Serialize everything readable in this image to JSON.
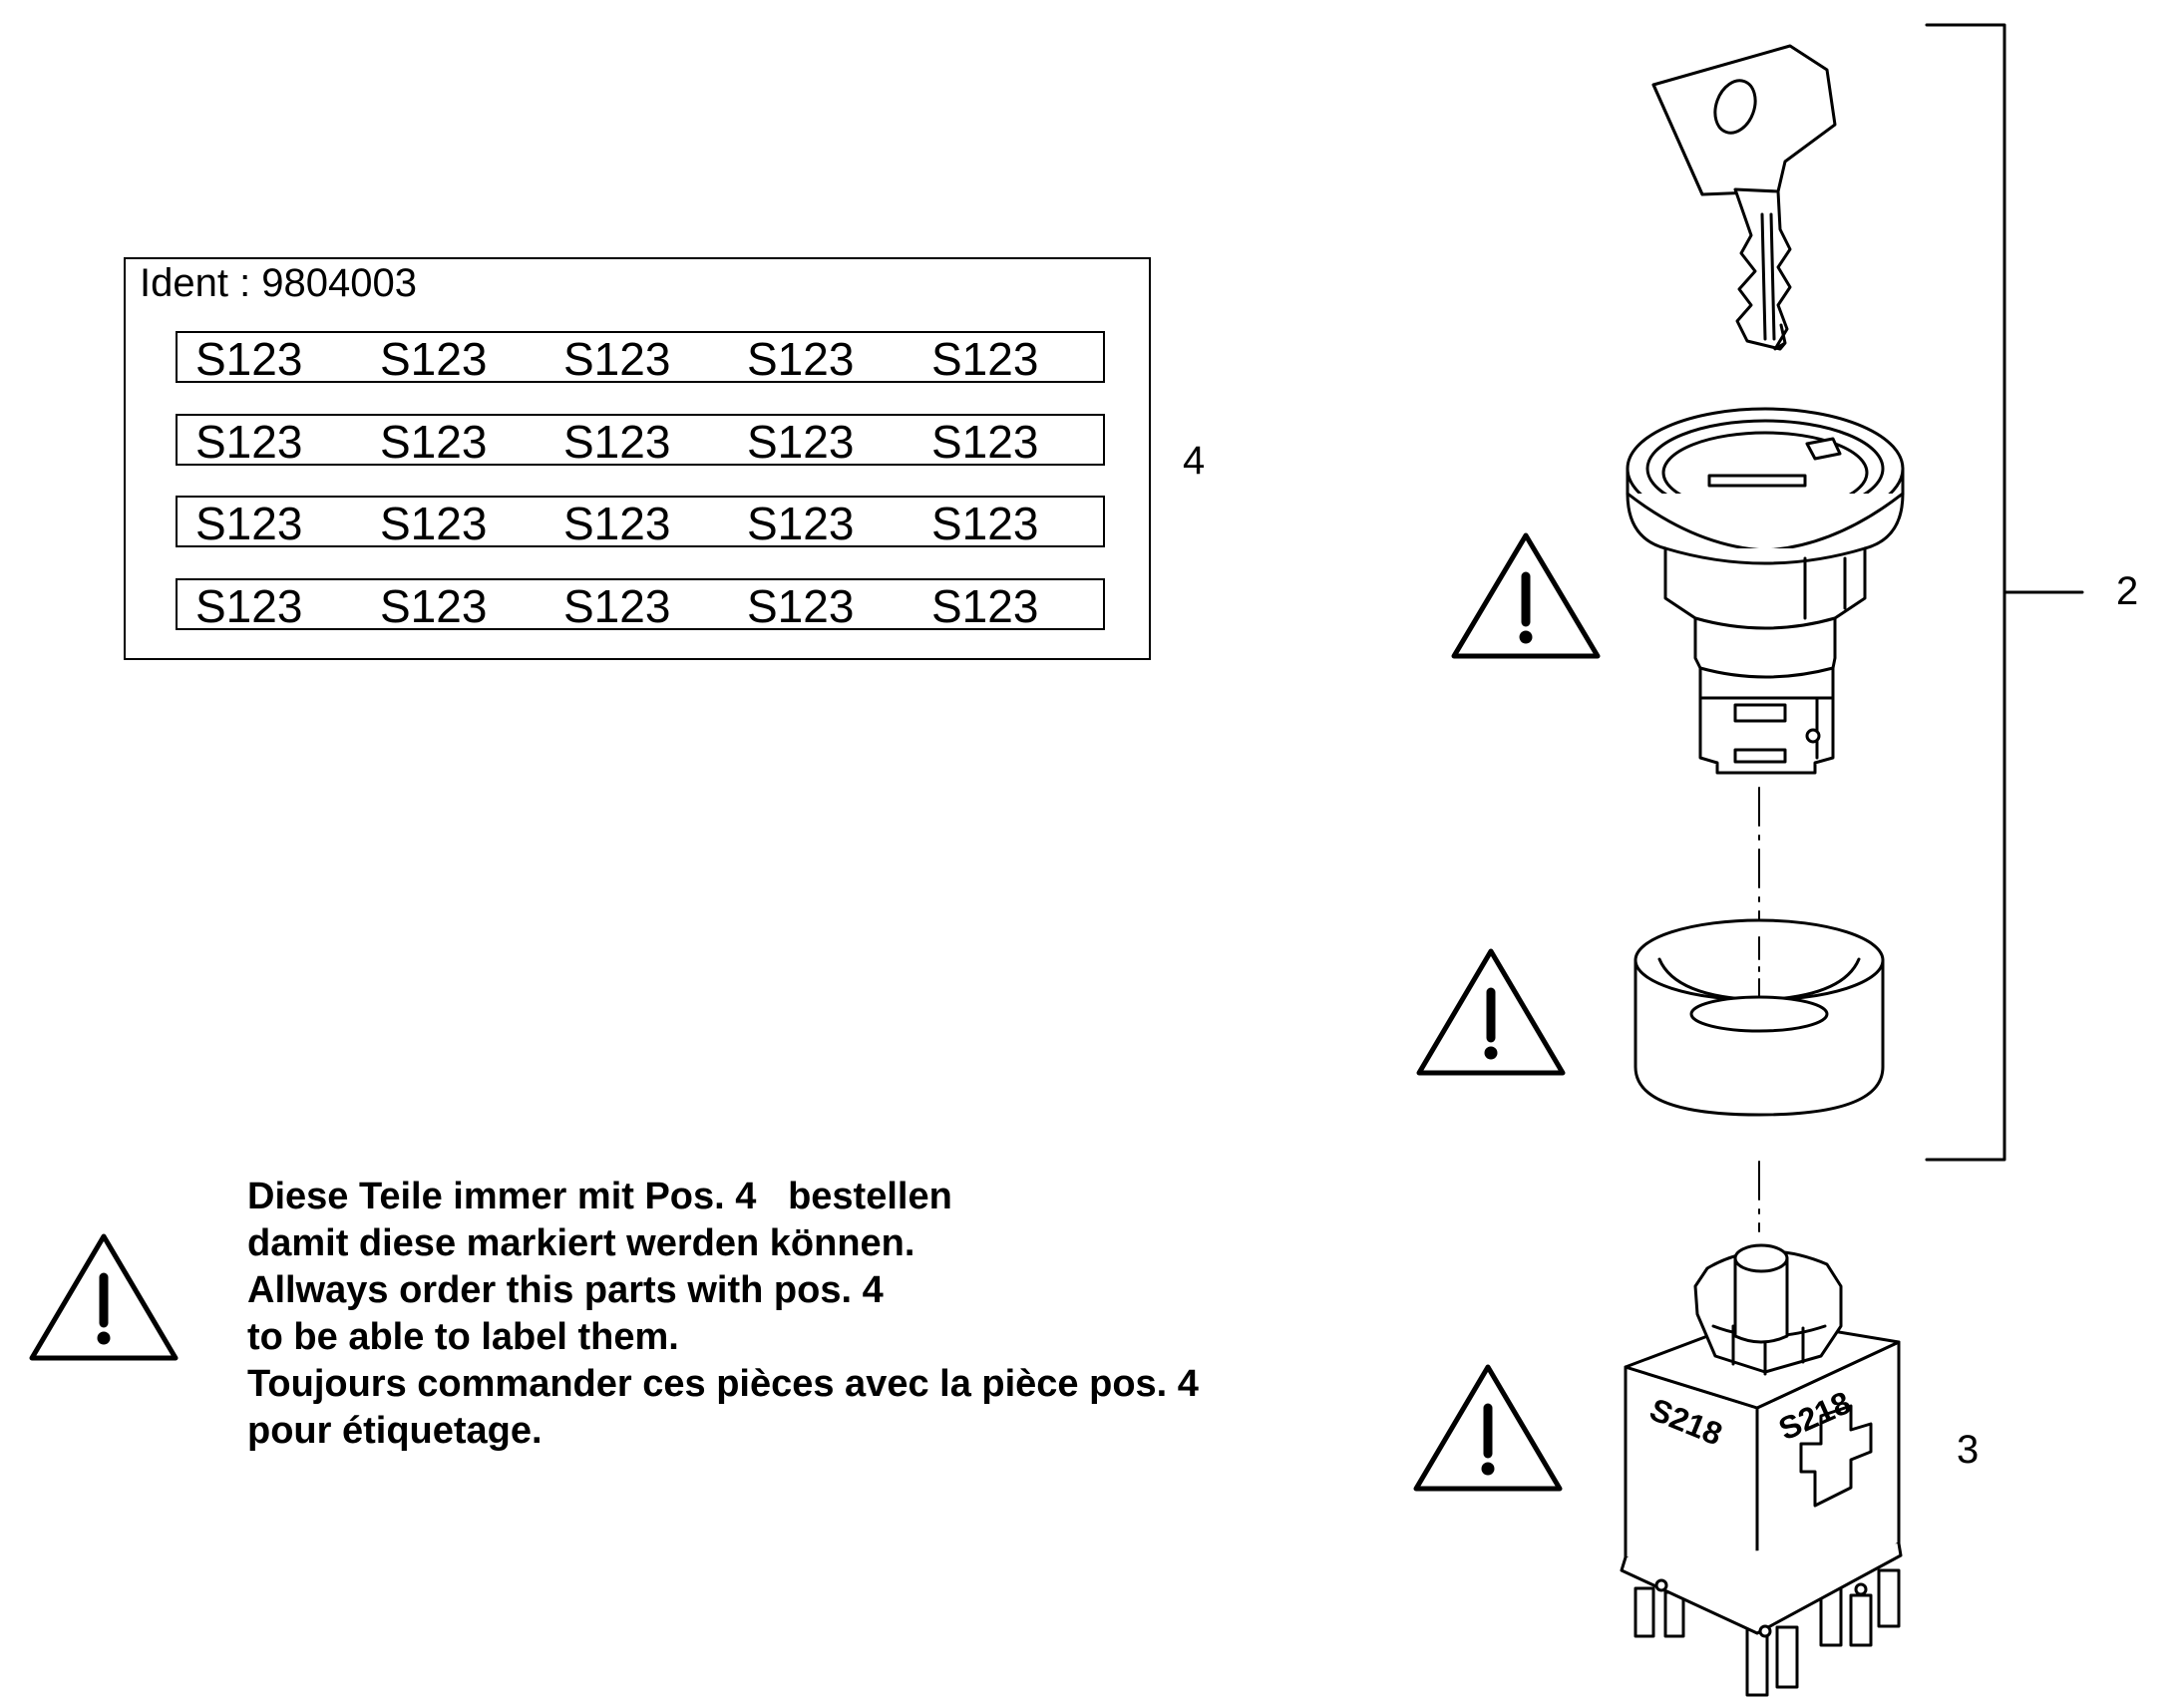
{
  "label_sheet": {
    "ident": "Ident : 9804003",
    "rows": [
      [
        "S123",
        "S123",
        "S123",
        "S123",
        "S123"
      ],
      [
        "S123",
        "S123",
        "S123",
        "S123",
        "S123"
      ],
      [
        "S123",
        "S123",
        "S123",
        "S123",
        "S123"
      ],
      [
        "S123",
        "S123",
        "S123",
        "S123",
        "S123"
      ]
    ]
  },
  "callouts": {
    "label_sheet": "4",
    "key_switch_assembly": "2",
    "contact_block": "3"
  },
  "contact_block_imprint": "S218",
  "warning_note": {
    "lines": [
      "Diese Teile immer mit Pos. 4   bestellen",
      "damit diese markiert werden können.",
      "Allways order this parts with pos. 4",
      "to be able to label them.",
      "Toujours commander ces pièces avec la pièce pos. 4",
      "pour étiquetage."
    ]
  },
  "icons": [
    "warning-triangle-icon",
    "key",
    "lock-cylinder",
    "cover-ring",
    "contact-block"
  ]
}
